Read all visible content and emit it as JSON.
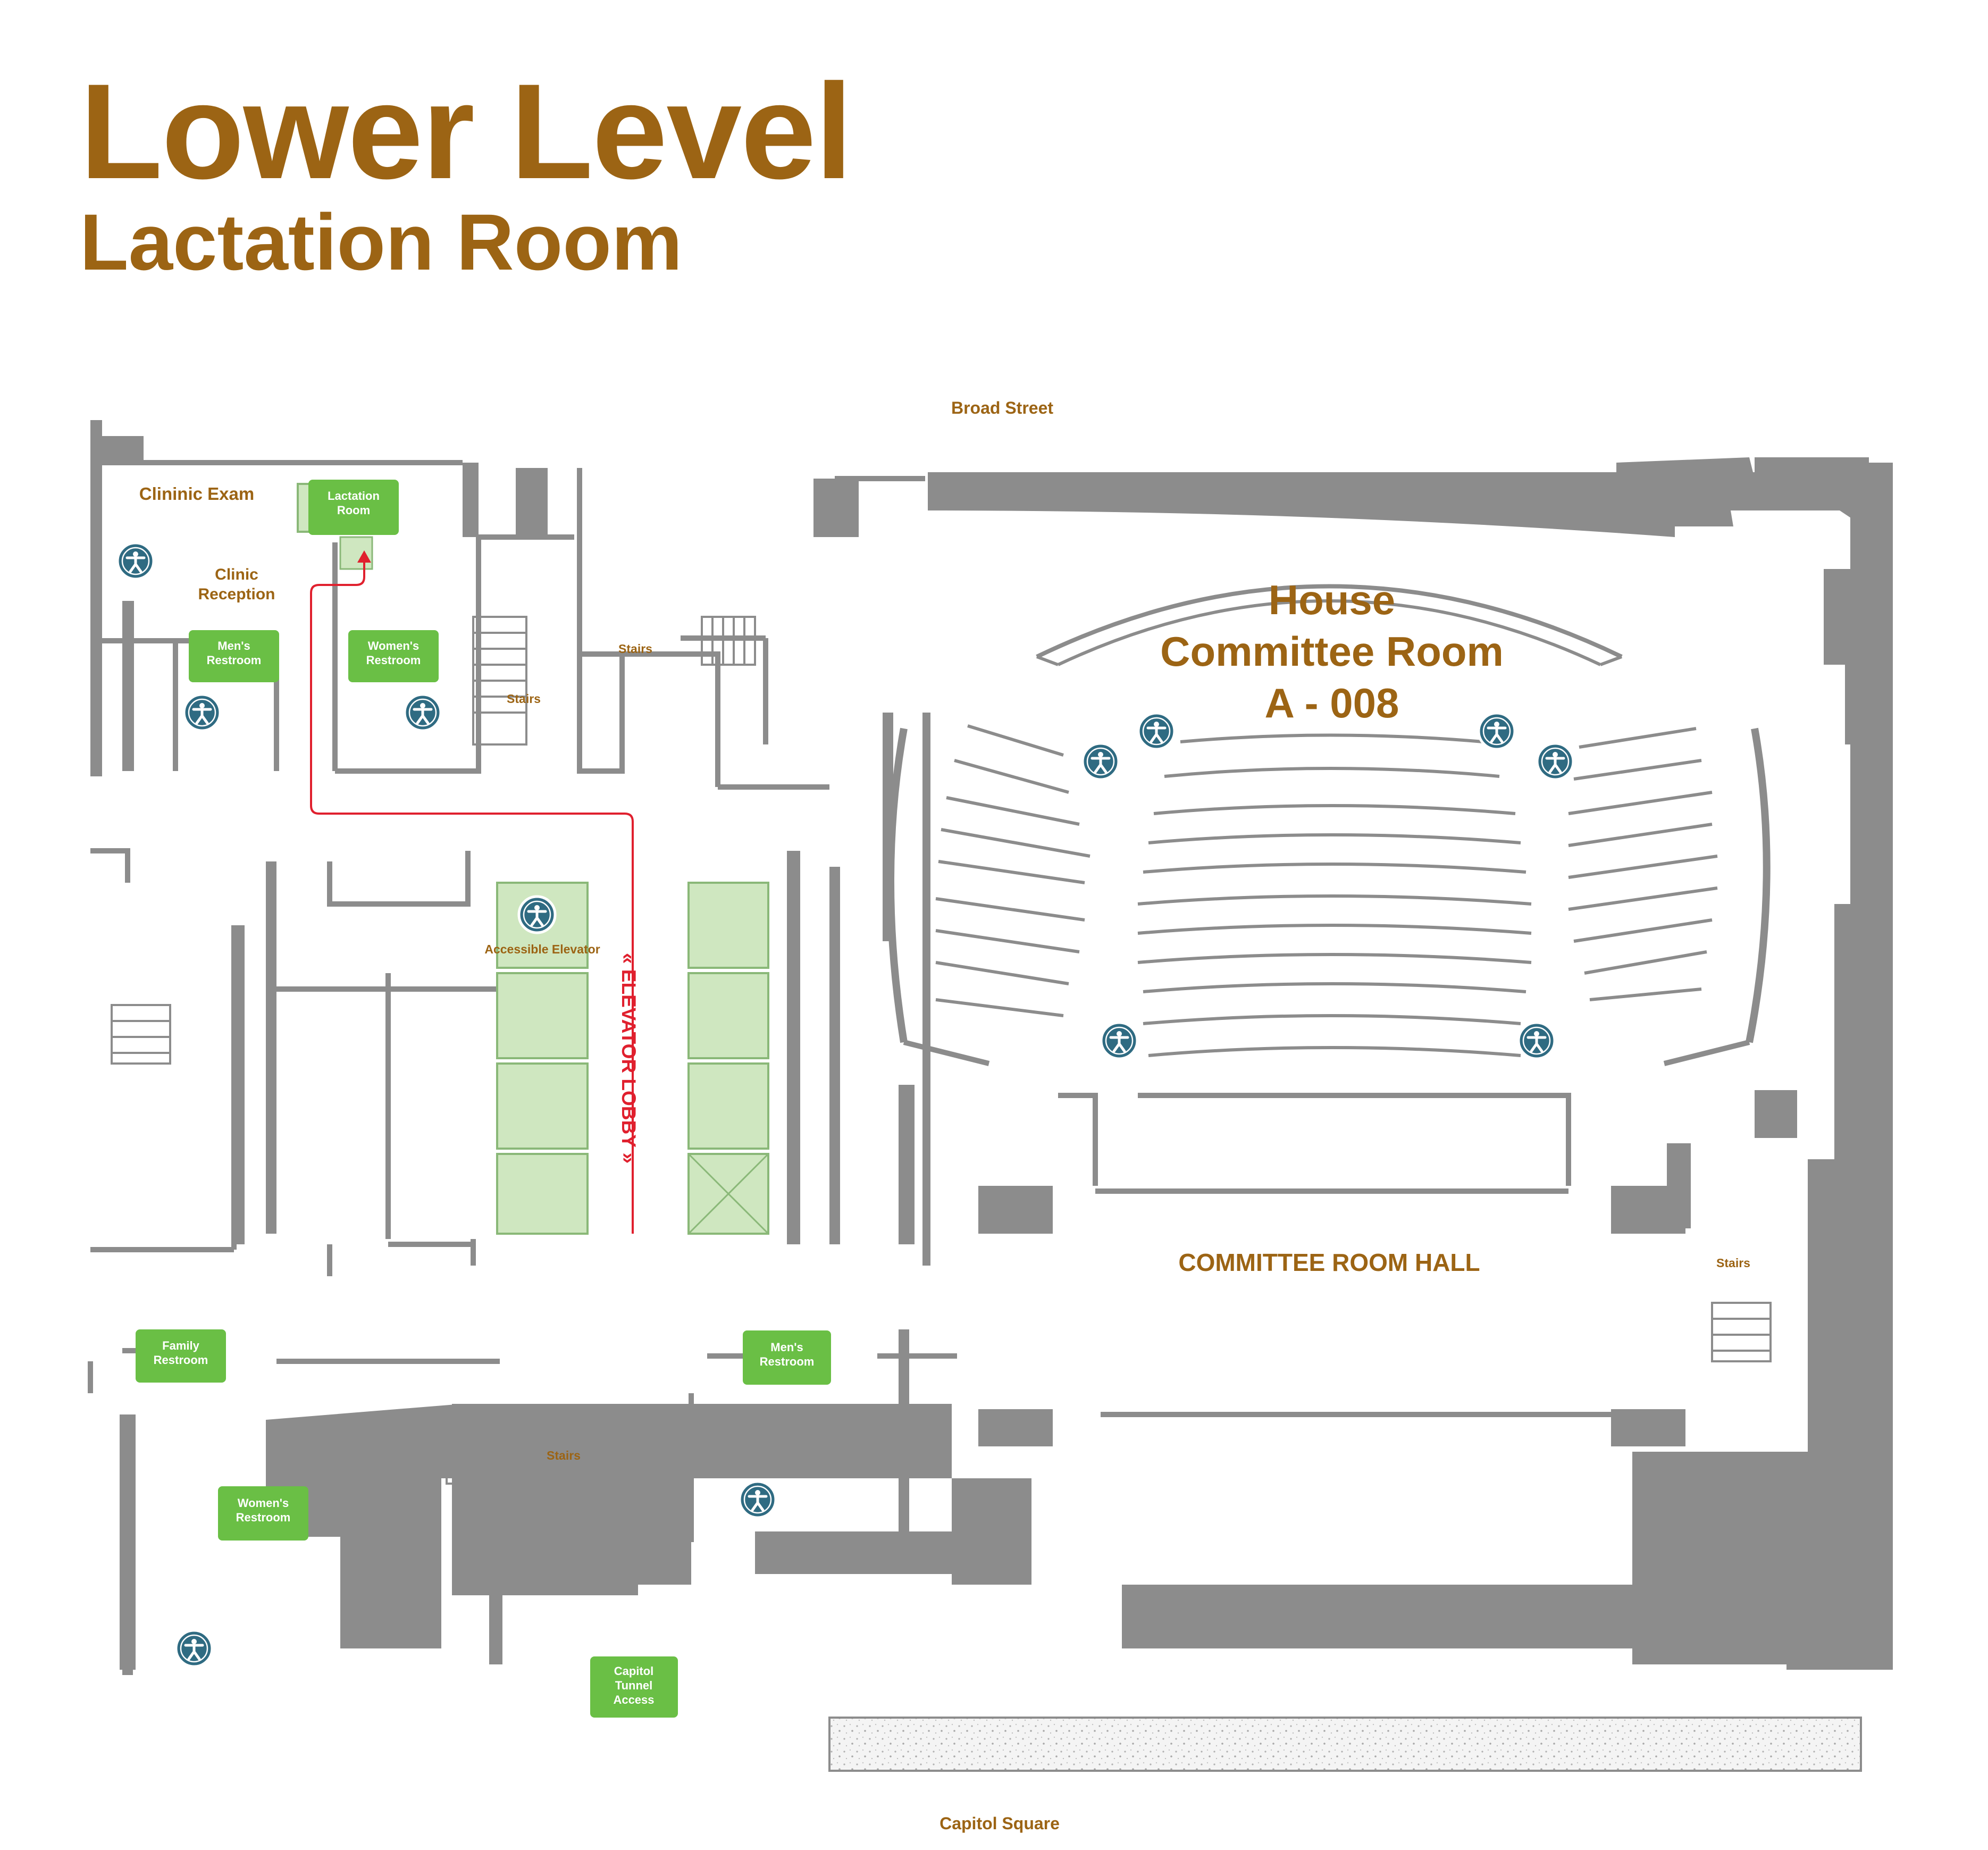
{
  "title": {
    "main": "Lower Level",
    "sub": "Lactation Room"
  },
  "streets": {
    "north": "Broad Street",
    "south": "Capitol Square"
  },
  "rooms": {
    "clinic_exam": "Clininic Exam",
    "clinic_reception_1": "Clinic",
    "clinic_reception_2": "Reception",
    "committee_room_1": "House",
    "committee_room_2": "Committee Room",
    "committee_room_3": "A - 008",
    "committee_hall": "COMMITTEE ROOM HALL",
    "accessible_elevator": "Accessible Elevator",
    "elevator_lobby": "« ELEVATOR LOBBY »"
  },
  "stairs_label": "Stairs",
  "green_labels": {
    "lactation": [
      "Lactation",
      "Room"
    ],
    "mens_north": [
      "Men's",
      "Restroom"
    ],
    "womens_north": [
      "Women's",
      "Restroom"
    ],
    "family": [
      "Family",
      "Restroom"
    ],
    "mens_south": [
      "Men's",
      "Restroom"
    ],
    "womens_south": [
      "Women's",
      "Restroom"
    ],
    "tunnel": [
      "Capitol",
      "Tunnel",
      "Access"
    ]
  },
  "icons": {
    "accessibility": "accessibility-icon"
  },
  "colors": {
    "title": "#9c6414",
    "wall": "#8c8c8c",
    "label_green": "#6abf45",
    "elevator_green": "#cfe7c0",
    "route_red": "#e0202e",
    "accessibility_blue": "#2f6b82"
  }
}
